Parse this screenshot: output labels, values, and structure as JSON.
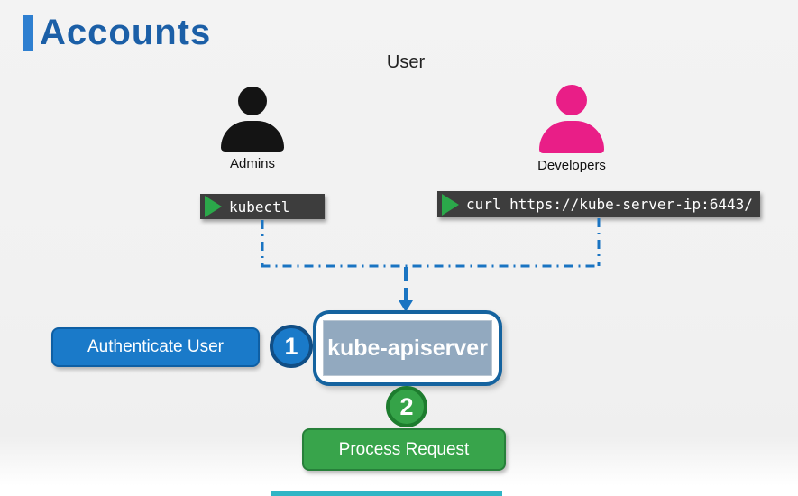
{
  "title": {
    "text": "Accounts"
  },
  "header": {
    "user_label": "User"
  },
  "actors": [
    {
      "label": "Admins",
      "color": "#141414"
    },
    {
      "label": "Developers",
      "color": "#e91e87"
    }
  ],
  "terminals": [
    {
      "command": "kubectl"
    },
    {
      "command": "curl https://kube-server-ip:6443/"
    }
  ],
  "server": {
    "label": "kube-apiserver"
  },
  "steps": [
    {
      "number": "1",
      "label": "Authenticate User",
      "color": "#1a7ac9"
    },
    {
      "number": "2",
      "label": "Process Request",
      "color": "#38a44b"
    }
  ],
  "colors": {
    "title_text_blue": "#1b5fa7",
    "title_bar_blue": "#2e7fd0",
    "connector_blue": "#1a74c2",
    "terminal_bg": "#3d3d3d",
    "run_icon_green": "#2ba84a",
    "server_border_blue": "#15639f",
    "server_fill_gray_blue": "#92a9bf",
    "admin_black": "#141414",
    "developer_pink": "#e91e87",
    "progress_teal": "#30b5c5"
  }
}
